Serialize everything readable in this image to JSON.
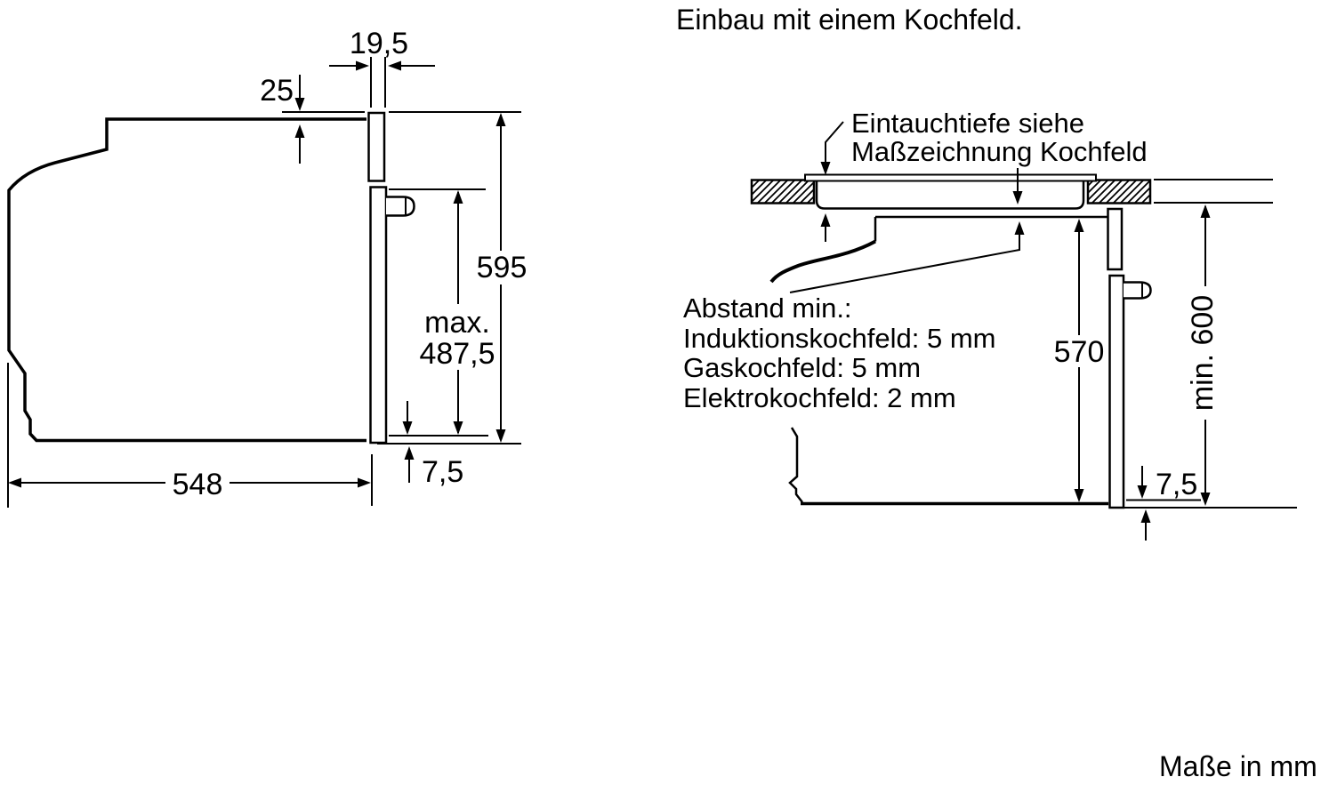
{
  "title": "Einbau mit einem Kochfeld.",
  "footer_note": "Maße in mm",
  "colors": {
    "ink": "#000000",
    "paper": "#ffffff"
  },
  "left_drawing": {
    "door_thickness": "19,5",
    "panel_top_offset": "25",
    "front_height": "595",
    "door_max_label": "max.",
    "door_max_value": "487,5",
    "body_depth": "548",
    "door_overhang_bottom": "7,5"
  },
  "right_drawing": {
    "immersion_note_line1": "Eintauchtiefe siehe",
    "immersion_note_line2": "Maßzeichnung Kochfeld",
    "clearance_heading": "Abstand min.:",
    "clearance_items": [
      "Induktionskochfeld: 5 mm",
      "Gaskochfeld: 5 mm",
      "Elektrokochfeld: 2 mm"
    ],
    "body_height": "570",
    "min_niche_height": "min. 600",
    "door_overhang_bottom": "7,5"
  }
}
